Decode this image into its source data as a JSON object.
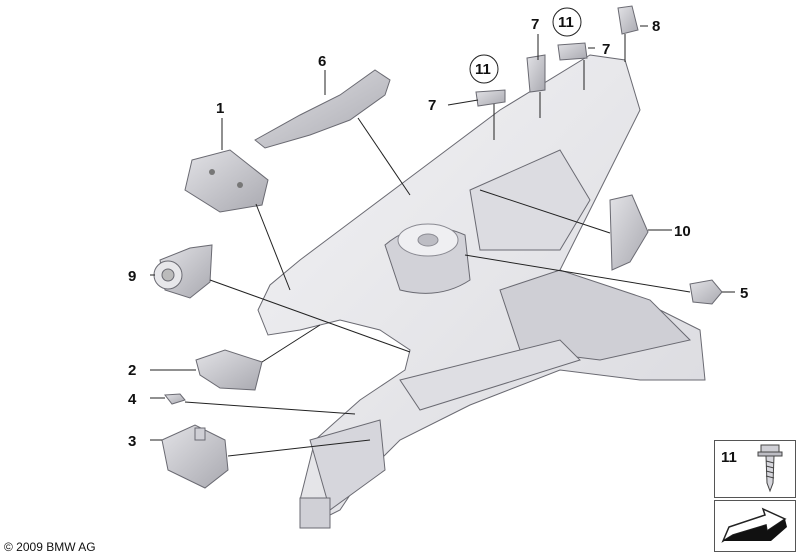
{
  "copyright": "© 2009 BMW AG",
  "legend": {
    "number": "11",
    "screw_icon": "screw-icon"
  },
  "navigation": {
    "icon": "next-page-arrow-icon"
  },
  "callouts": [
    {
      "id": "1",
      "label": "1",
      "circled": false
    },
    {
      "id": "2",
      "label": "2",
      "circled": false
    },
    {
      "id": "3",
      "label": "3",
      "circled": false
    },
    {
      "id": "4",
      "label": "4",
      "circled": false
    },
    {
      "id": "5",
      "label": "5",
      "circled": false
    },
    {
      "id": "6",
      "label": "6",
      "circled": false
    },
    {
      "id": "7a",
      "label": "7",
      "circled": false
    },
    {
      "id": "7b",
      "label": "7",
      "circled": false
    },
    {
      "id": "7c",
      "label": "7",
      "circled": false
    },
    {
      "id": "8",
      "label": "8",
      "circled": false
    },
    {
      "id": "9",
      "label": "9",
      "circled": false
    },
    {
      "id": "10",
      "label": "10",
      "circled": false
    },
    {
      "id": "11a",
      "label": "11",
      "circled": true
    },
    {
      "id": "11b",
      "label": "11",
      "circled": true
    }
  ],
  "colors": {
    "body_panel": "#e6e6ea",
    "part": "#c9c9cf",
    "part_dark": "#9d9da5",
    "line": "#222222"
  }
}
